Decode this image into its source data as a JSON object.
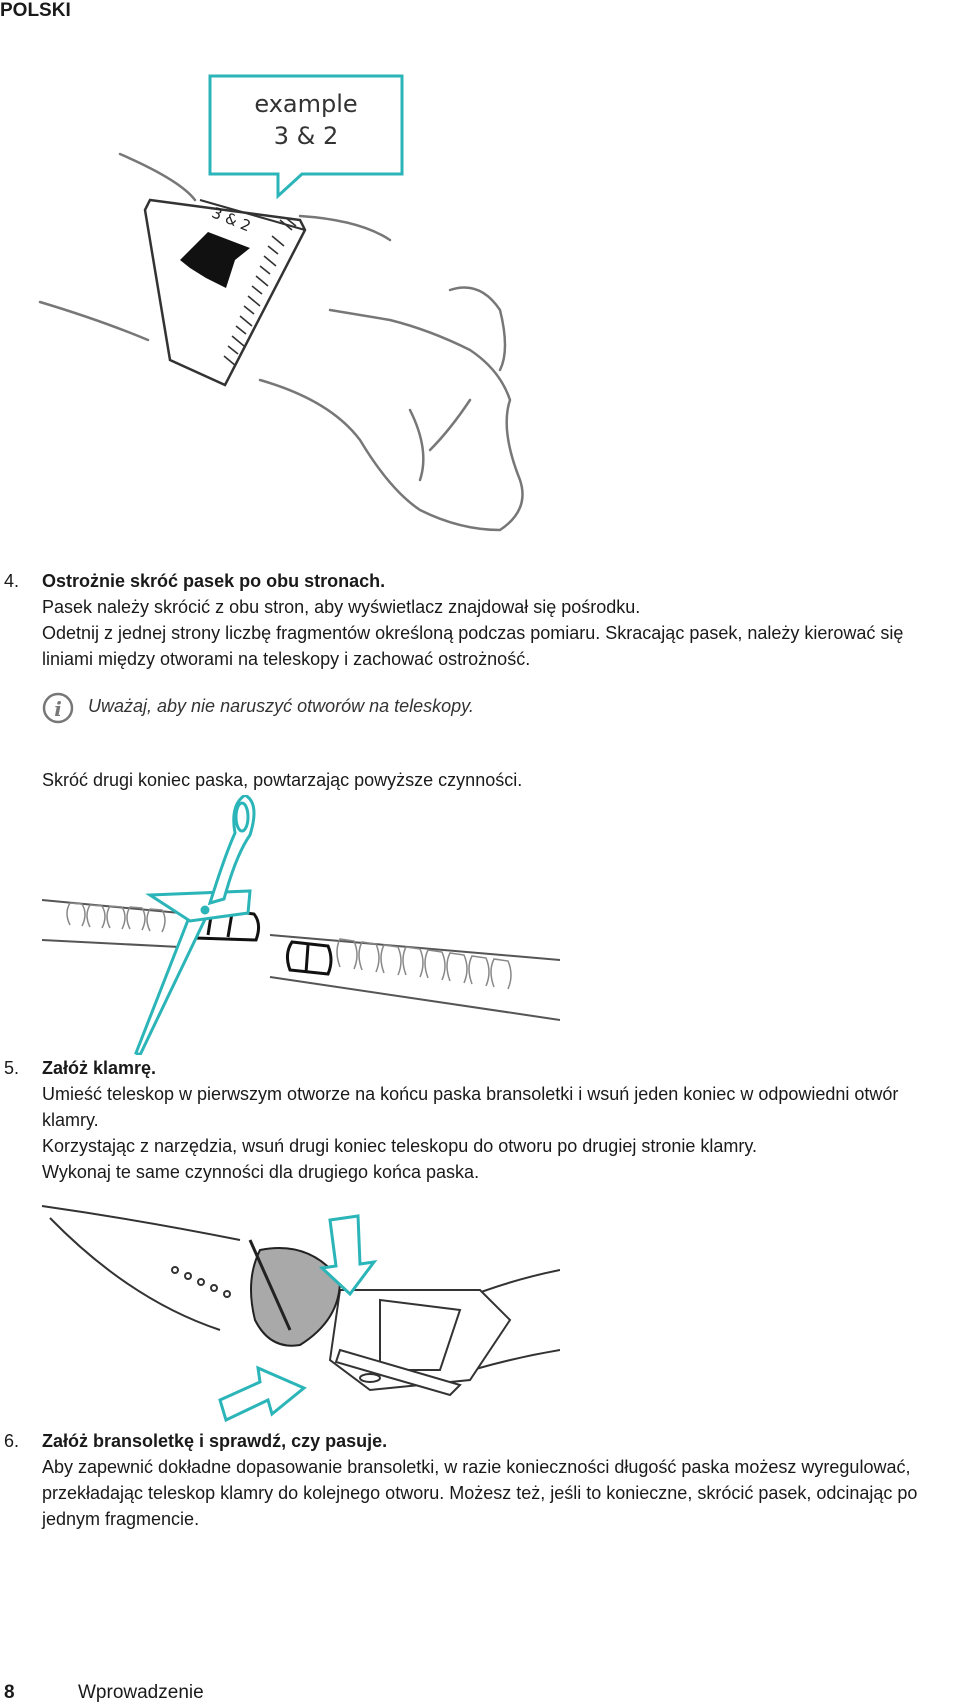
{
  "header": {
    "language": "POLSKI"
  },
  "figure1": {
    "callout_line1": "example",
    "callout_line2": "3 & 2",
    "band_label": "3 & 2"
  },
  "step4": {
    "number": "4.",
    "title": "Ostrożnie skróć pasek po obu stronach.",
    "line1": "Pasek należy skrócić z obu stron, aby wyświetlacz znajdował się pośrodku.",
    "line2": "Odetnij z jednej strony liczbę fragmentów określoną podczas pomiaru. Skracając pasek, należy kierować się liniami między otworami na teleskopy i zachować ostrożność."
  },
  "note": {
    "icon": "info-icon",
    "text": "Uważaj, aby nie naruszyć otworów na teleskopy."
  },
  "repeat_text": "Skróć drugi koniec paska, powtarzając powyższe czynności.",
  "step5": {
    "number": "5.",
    "title": "Załóż klamrę.",
    "line1": "Umieść teleskop w pierwszym otworze na końcu paska bransoletki i wsuń jeden koniec w odpowiedni otwór klamry.",
    "line2": "Korzystając z narzędzia, wsuń drugi koniec teleskopu do otworu po drugiej stronie klamry.",
    "line3": "Wykonaj te same czynności dla drugiego końca paska."
  },
  "step6": {
    "number": "6.",
    "title": "Załóż bransoletkę i sprawdź, czy pasuje.",
    "line1": "Aby zapewnić dokładne dopasowanie bransoletki, w razie konieczności długość paska możesz wyregulować, przekładając teleskop klamry do kolejnego otworu. Możesz też, jeśli to konieczne, skrócić pasek, odcinając po jednym fragmencie."
  },
  "footer": {
    "page_number": "8",
    "section": "Wprowadzenie"
  },
  "colors": {
    "accent": "#2bb5b8",
    "ink": "#1a1a1a",
    "line": "#555555"
  }
}
